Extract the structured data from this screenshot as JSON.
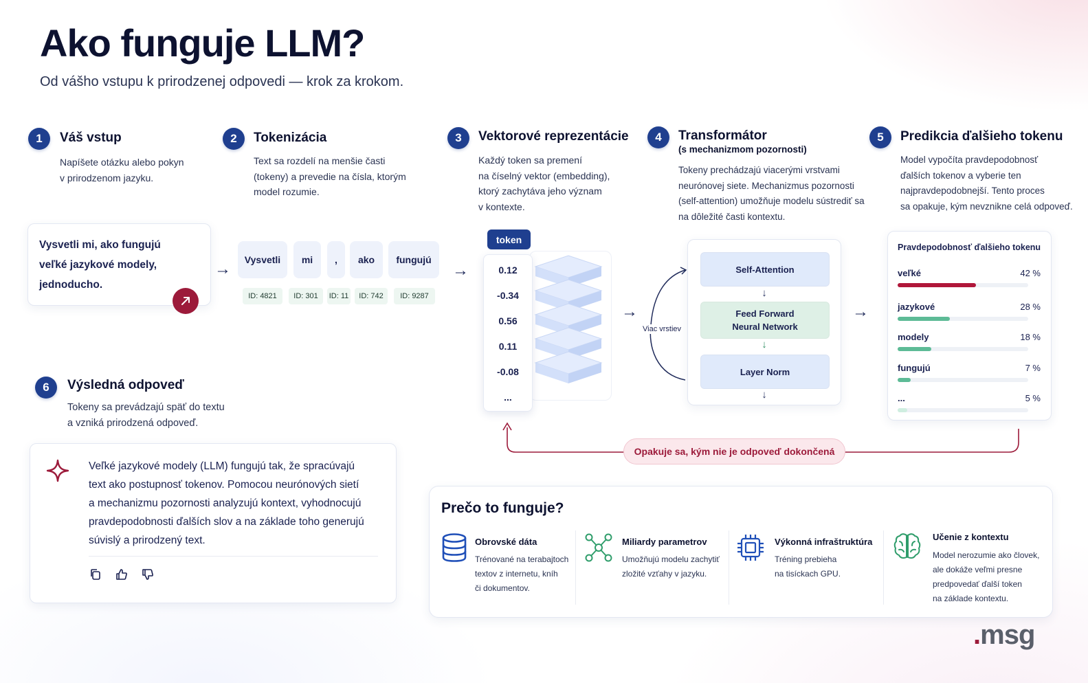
{
  "header": {
    "title": "Ako funguje LLM?",
    "subtitle": "Od vášho vstupu k prirodzenej odpovedi — krok za krokom."
  },
  "steps": [
    {
      "num": "1",
      "title": "Váš vstup",
      "desc1": "Napíšete otázku alebo pokyn",
      "desc2": "v prirodzenom jazyku."
    },
    {
      "num": "2",
      "title": "Tokenizácia",
      "desc1": "Text sa rozdelí na menšie časti",
      "desc2": "(tokeny) a prevedie na čísla, ktorým",
      "desc3": "model rozumie."
    },
    {
      "num": "3",
      "title": "Vektorové reprezentácie",
      "desc1": "Každý token sa premení",
      "desc2": "na číselný vektor (embedding),",
      "desc3": "ktorý zachytáva jeho význam",
      "desc4": "v kontexte."
    },
    {
      "num": "4",
      "title": "Transformátor",
      "subtitle": "(s mechanizmom pozornosti)",
      "desc1": "Tokeny prechádzajú viacerými vrstvami",
      "desc2": "neurónovej siete. Mechanizmus pozornosti",
      "desc3": "(self-attention) umožňuje modelu sústrediť sa",
      "desc4": "na dôležité časti kontextu."
    },
    {
      "num": "5",
      "title": "Predikcia ďalšieho tokenu",
      "desc1": "Model vypočíta pravdepodobnosť",
      "desc2": "ďalších tokenov a vyberie ten",
      "desc3": "najpravdepodobnejší. Tento proces",
      "desc4": "sa opakuje, kým nevznikne celá odpoveď."
    },
    {
      "num": "6",
      "title": "Výsledná odpoveď",
      "desc1": "Tokeny sa prevádzajú späť do textu",
      "desc2": "a vzniká prirodzená odpoveď."
    }
  ],
  "input": {
    "line1": "Vysvetli mi, ako fungujú",
    "line2": "veľké jazykové modely,",
    "line3": "jednoducho."
  },
  "tokens": [
    {
      "text": "Vysvetli",
      "id": "ID: 4821"
    },
    {
      "text": "mi",
      "id": "ID: 301"
    },
    {
      "text": ",",
      "id": "ID: 11"
    },
    {
      "text": "ako",
      "id": "ID: 742"
    },
    {
      "text": "fungujú",
      "id": "ID: 9287"
    }
  ],
  "vector": {
    "label": "token",
    "values": [
      "0.12",
      "-0.34",
      "0.56",
      "0.11",
      "-0.08",
      "..."
    ]
  },
  "transformer": {
    "loop_label": "Viac vrstiev",
    "block1": "Self-Attention",
    "block2a": "Feed Forward",
    "block2b": "Neural Network",
    "block3": "Layer Norm"
  },
  "prediction": {
    "heading": "Pravdepodobnosť ďalšieho tokenu",
    "rows": [
      {
        "word": "veľké",
        "pct": "42 %",
        "value": 42,
        "color": "#b0173a"
      },
      {
        "word": "jazykové",
        "pct": "28 %",
        "value": 28,
        "color": "#5dbb96"
      },
      {
        "word": "modely",
        "pct": "18 %",
        "value": 18,
        "color": "#5dbb96"
      },
      {
        "word": "fungujú",
        "pct": "7 %",
        "value": 7,
        "color": "#5dbb96"
      },
      {
        "word": "...",
        "pct": "5 %",
        "value": 5,
        "color": "#cfeee0"
      }
    ]
  },
  "loop": {
    "label": "Opakuje sa, kým nie je odpoveď dokončená"
  },
  "answer": {
    "line1": "Veľké jazykové modely (LLM) fungujú tak, že spracúvajú",
    "line2": "text ako postupnosť tokenov. Pomocou neurónových sietí",
    "line3": "a mechanizmu pozornosti analyzujú kontext, vyhodnocujú",
    "line4": "pravdepodobnosti ďalších slov a na základe toho generujú",
    "line5": "súvislý a prirodzený text."
  },
  "why": {
    "title": "Prečo to funguje?",
    "items": [
      {
        "head": "Obrovské dáta",
        "d1": "Trénované na terabajtoch",
        "d2": "textov z internetu, kníh",
        "d3": "či dokumentov.",
        "icon": "database-icon"
      },
      {
        "head": "Miliardy parametrov",
        "d1": "Umožňujú modelu zachytiť",
        "d2": "zložité vzťahy v jazyku.",
        "icon": "network-icon"
      },
      {
        "head": "Výkonná infraštruktúra",
        "d1": "Tréning prebieha",
        "d2": "na tisíckach GPU.",
        "icon": "chip-icon"
      },
      {
        "head": "Učenie z kontextu",
        "d1": "Model nerozumie ako človek,",
        "d2": "ale dokáže veľmi presne",
        "d3": "predpovedať ďalší token",
        "d4": "na základe kontextu.",
        "icon": "brain-icon"
      }
    ]
  },
  "brand": {
    "dot": ".",
    "name": "msg"
  },
  "colors": {
    "primary": "#1f3f8f",
    "accent": "#9c1a3a",
    "green": "#5dbb96"
  }
}
